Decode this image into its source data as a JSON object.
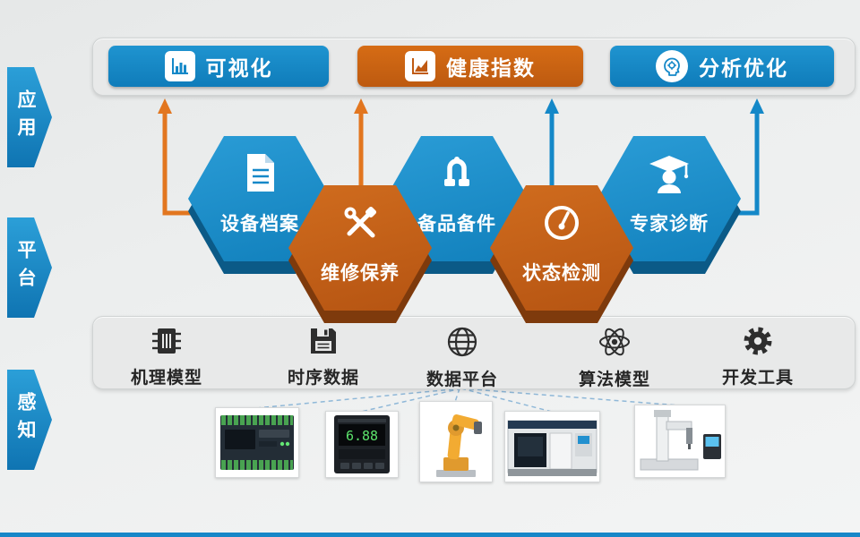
{
  "layers": [
    {
      "label": "应用"
    },
    {
      "label": "平台"
    },
    {
      "label": "感知"
    }
  ],
  "top_buttons": [
    {
      "label": "可视化",
      "icon": "bar-chart-icon",
      "color": "#1488c8"
    },
    {
      "label": "健康指数",
      "icon": "trend-chart-icon",
      "color": "#c8621a"
    },
    {
      "label": "分析优化",
      "icon": "head-gear-icon",
      "color": "#1488c8"
    }
  ],
  "hexagons": [
    {
      "label": "设备档案",
      "icon": "document-icon",
      "color": "blue"
    },
    {
      "label": "维修保养",
      "icon": "tools-icon",
      "color": "orange"
    },
    {
      "label": "备品备件",
      "icon": "pipe-fitting-icon",
      "color": "blue"
    },
    {
      "label": "状态检测",
      "icon": "gauge-icon",
      "color": "orange"
    },
    {
      "label": "专家诊断",
      "icon": "graduate-icon",
      "color": "blue"
    }
  ],
  "platform_items": [
    {
      "label": "机理模型",
      "icon": "chip-icon"
    },
    {
      "label": "时序数据",
      "icon": "floppy-disk-icon"
    },
    {
      "label": "数据平台",
      "icon": "globe-icon"
    },
    {
      "label": "算法模型",
      "icon": "atom-icon"
    },
    {
      "label": "开发工具",
      "icon": "gear-icon"
    }
  ],
  "devices": [
    {
      "name": "plc-controller"
    },
    {
      "name": "panel-meter",
      "display": "6.88"
    },
    {
      "name": "industrial-robot-arm"
    },
    {
      "name": "cnc-machine"
    },
    {
      "name": "desktop-robot"
    }
  ],
  "colors": {
    "blue": "#1488c8",
    "blue_dark": "#0b5a87",
    "orange": "#c25d17",
    "orange_dark": "#7e3a0c",
    "arrow_orange": "#e2761f",
    "arrow_blue": "#1488c8",
    "panel_bg": "#e8e9e9"
  }
}
